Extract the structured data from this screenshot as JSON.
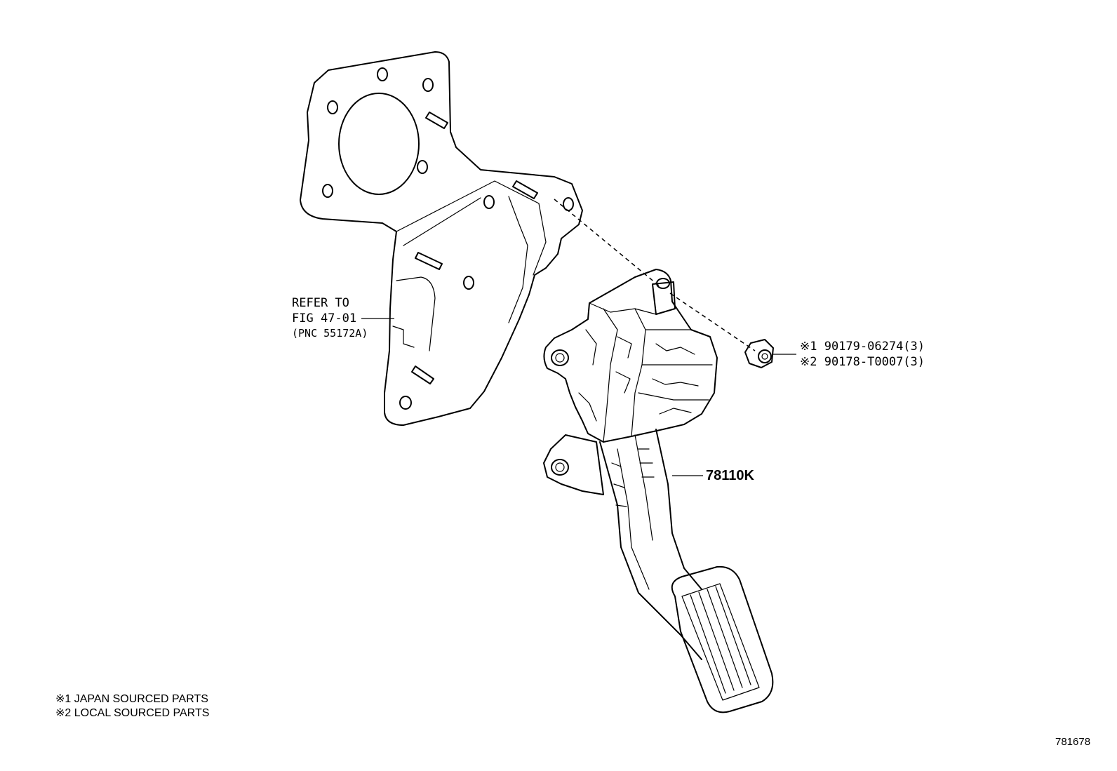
{
  "callouts": {
    "refer": {
      "line1": "REFER TO",
      "line2": "FIG 47-01",
      "line3": "(PNC 55172A)"
    },
    "nut": {
      "line1": "※1 90179-06274(3)",
      "line2": "※2 90178-T0007(3)"
    },
    "pedal": "78110K"
  },
  "legend": {
    "note1": "※1  JAPAN SOURCED PARTS",
    "note2": "※2  LOCAL SOURCED PARTS"
  },
  "illustration_number": "781678"
}
